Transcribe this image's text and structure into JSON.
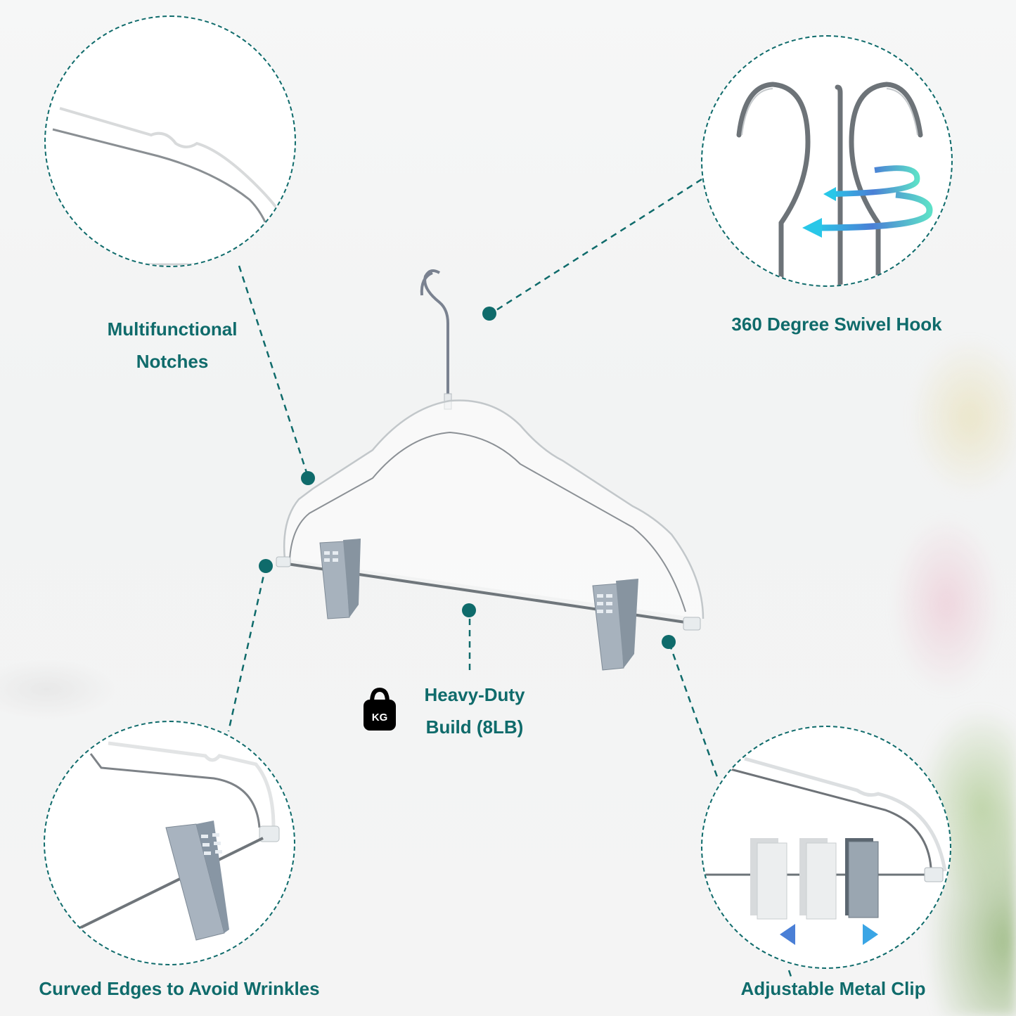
{
  "theme": {
    "accent": "#0f6b6b",
    "arrow_gradient_start": "#29c7e8",
    "arrow_gradient_end": "#4a7fd6"
  },
  "features": [
    {
      "id": "notches",
      "label_lines": [
        "Multifunctional",
        "Notches"
      ],
      "icon": "notch-detail-circle"
    },
    {
      "id": "swivel",
      "label_lines": [
        "360 Degree Swivel Hook"
      ],
      "icon": "swivel-hook-circle"
    },
    {
      "id": "heavy_duty",
      "label_lines": [
        "Heavy-Duty",
        "Build (8LB)"
      ],
      "icon": "kg-weight-icon",
      "icon_text": "KG"
    },
    {
      "id": "curved",
      "label_lines": [
        "Curved Edges to Avoid Wrinkles"
      ],
      "icon": "curved-edge-circle"
    },
    {
      "id": "adjustable",
      "label_lines": [
        "Adjustable Metal Clip"
      ],
      "icon": "adjustable-clip-circle"
    }
  ]
}
